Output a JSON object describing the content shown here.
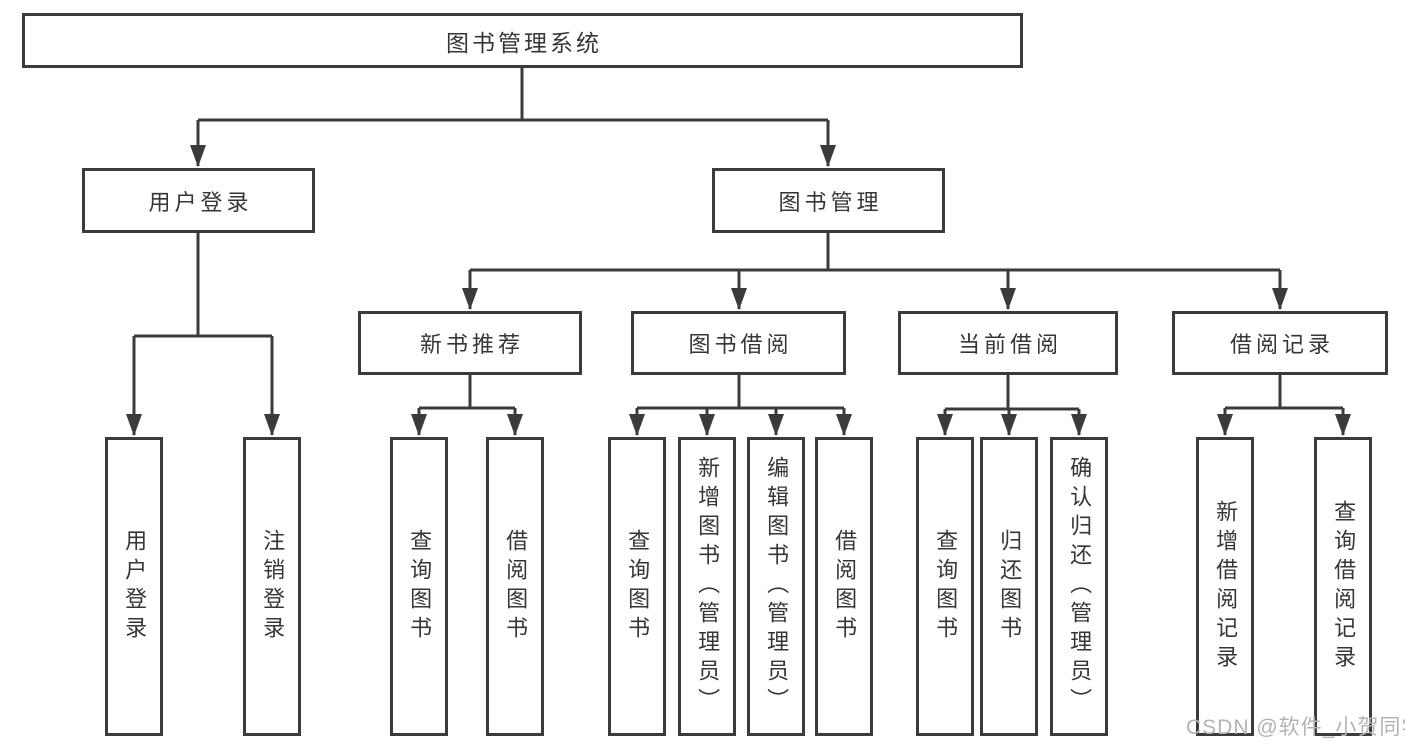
{
  "diagram": {
    "type": "hierarchy",
    "root": {
      "label": "图书管理系统"
    },
    "branches": [
      {
        "label": "用户登录",
        "children": [
          {
            "label": "用户登录"
          },
          {
            "label": "注销登录"
          }
        ]
      },
      {
        "label": "图书管理",
        "children": [
          {
            "label": "新书推荐",
            "children": [
              {
                "label": "查询图书"
              },
              {
                "label": "借阅图书"
              }
            ]
          },
          {
            "label": "图书借阅",
            "children": [
              {
                "label": "查询图书"
              },
              {
                "label": "新增图书（管理员）"
              },
              {
                "label": "编辑图书（管理员）"
              },
              {
                "label": "借阅图书"
              }
            ]
          },
          {
            "label": "当前借阅",
            "children": [
              {
                "label": "查询图书"
              },
              {
                "label": "归还图书"
              },
              {
                "label": "确认归还（管理员）"
              }
            ]
          },
          {
            "label": "借阅记录",
            "children": [
              {
                "label": "新增借阅记录"
              },
              {
                "label": "查询借阅记录"
              }
            ]
          }
        ]
      }
    ]
  },
  "watermark": {
    "text": "CSDN @软件_小贺同学"
  },
  "colors": {
    "line": "#3b3b3b",
    "box_border": "#3b3b3b",
    "text": "#36363a",
    "watermark": "#b3b3b3",
    "background": "#ffffff"
  }
}
